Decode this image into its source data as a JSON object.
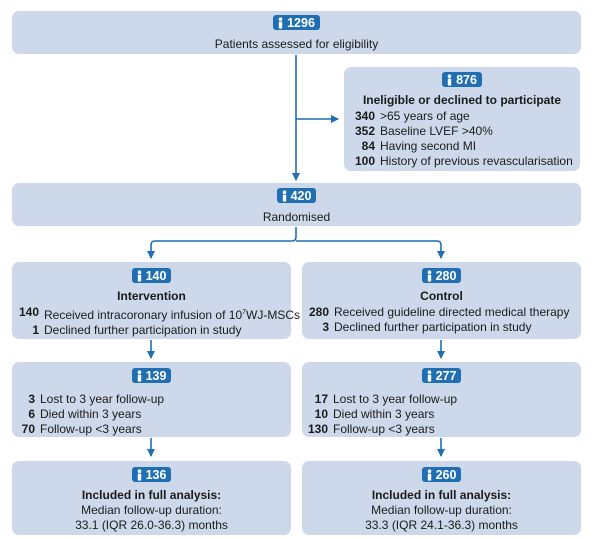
{
  "assessed": {
    "n": "1296",
    "label": "Patients assessed for eligibility"
  },
  "excluded": {
    "n": "876",
    "title": "Ineligible or declined to participate",
    "items": [
      {
        "count": "340",
        "text": ">65 years of age"
      },
      {
        "count": "352",
        "text": "Baseline LVEF >40%"
      },
      {
        "count": "84",
        "text": "Having second MI"
      },
      {
        "count": "100",
        "text": "History of previous revascularisation"
      }
    ]
  },
  "randomised": {
    "n": "420",
    "label": "Randomised"
  },
  "intervention": {
    "allocation": {
      "n": "140",
      "title": "Intervention",
      "items": [
        {
          "count": "140",
          "text_before": "Received intracoronary infusion of 10",
          "sup": "7",
          "text_after": "WJ-MSCs"
        },
        {
          "count": "1",
          "text": "Declined further participation in study"
        }
      ]
    },
    "followup": {
      "n": "139",
      "items": [
        {
          "count": "3",
          "text": "Lost to 3 year follow-up"
        },
        {
          "count": "6",
          "text": "Died within 3 years"
        },
        {
          "count": "70",
          "text": "Follow-up <3 years"
        }
      ]
    },
    "analysis": {
      "n": "136",
      "title": "Included in full analysis:",
      "line1": "Median follow-up duration:",
      "line2": "33.1 (IQR 26.0-36.3) months"
    }
  },
  "control": {
    "allocation": {
      "n": "280",
      "title": "Control",
      "items": [
        {
          "count": "280",
          "text": "Received guideline directed medical therapy"
        },
        {
          "count": "3",
          "text": "Declined further participation in study"
        }
      ]
    },
    "followup": {
      "n": "277",
      "items": [
        {
          "count": "17",
          "text": "Lost to 3 year follow-up"
        },
        {
          "count": "10",
          "text": "Died within 3 years"
        },
        {
          "count": "130",
          "text": "Follow-up <3 years"
        }
      ]
    },
    "analysis": {
      "n": "260",
      "title": "Included in full analysis:",
      "line1": "Median follow-up duration:",
      "line2": "33.3 (IQR 24.1-36.3) months"
    }
  },
  "colors": {
    "box_fill": "#cdd9ea",
    "badge": "#1f6fb2",
    "arrow": "#1f6fb2"
  },
  "icons": {
    "badge_icon": "person-icon"
  }
}
